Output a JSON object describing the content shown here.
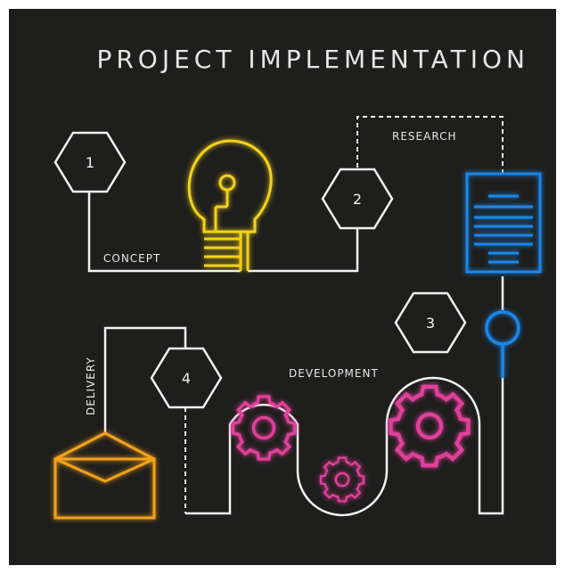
{
  "title": "PROJECT IMPLEMENTATION",
  "steps": [
    {
      "number": "1",
      "label": "CONCEPT"
    },
    {
      "number": "2",
      "label": "RESEARCH"
    },
    {
      "number": "3",
      "label": "DEVELOPMENT"
    },
    {
      "number": "4",
      "label": "DELIVERY"
    }
  ],
  "icons": [
    "lightbulb-icon",
    "document-icon",
    "magnifier-icon",
    "gear-icon",
    "envelope-icon"
  ],
  "colors": {
    "background": "#1e1e1c",
    "line": "#f2f2f2",
    "bulb": "#f2d21b",
    "document": "#1a86e8",
    "gear": "#e0409a",
    "gear_glow": "#f07a2a",
    "envelope": "#f3a21c"
  }
}
